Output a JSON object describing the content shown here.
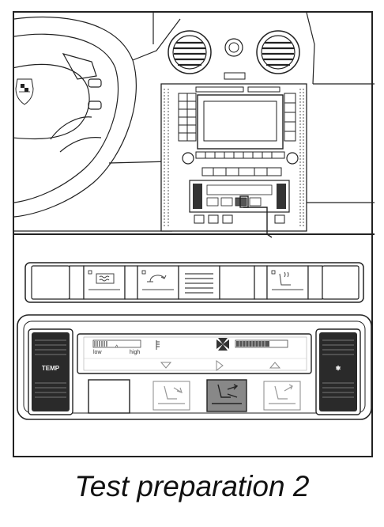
{
  "caption": "Test preparation 2",
  "climate_display": {
    "low_label": "low",
    "high_label": "high"
  },
  "left_knob": {
    "label": "TEMP"
  },
  "right_knob": {
    "label": "✱"
  }
}
